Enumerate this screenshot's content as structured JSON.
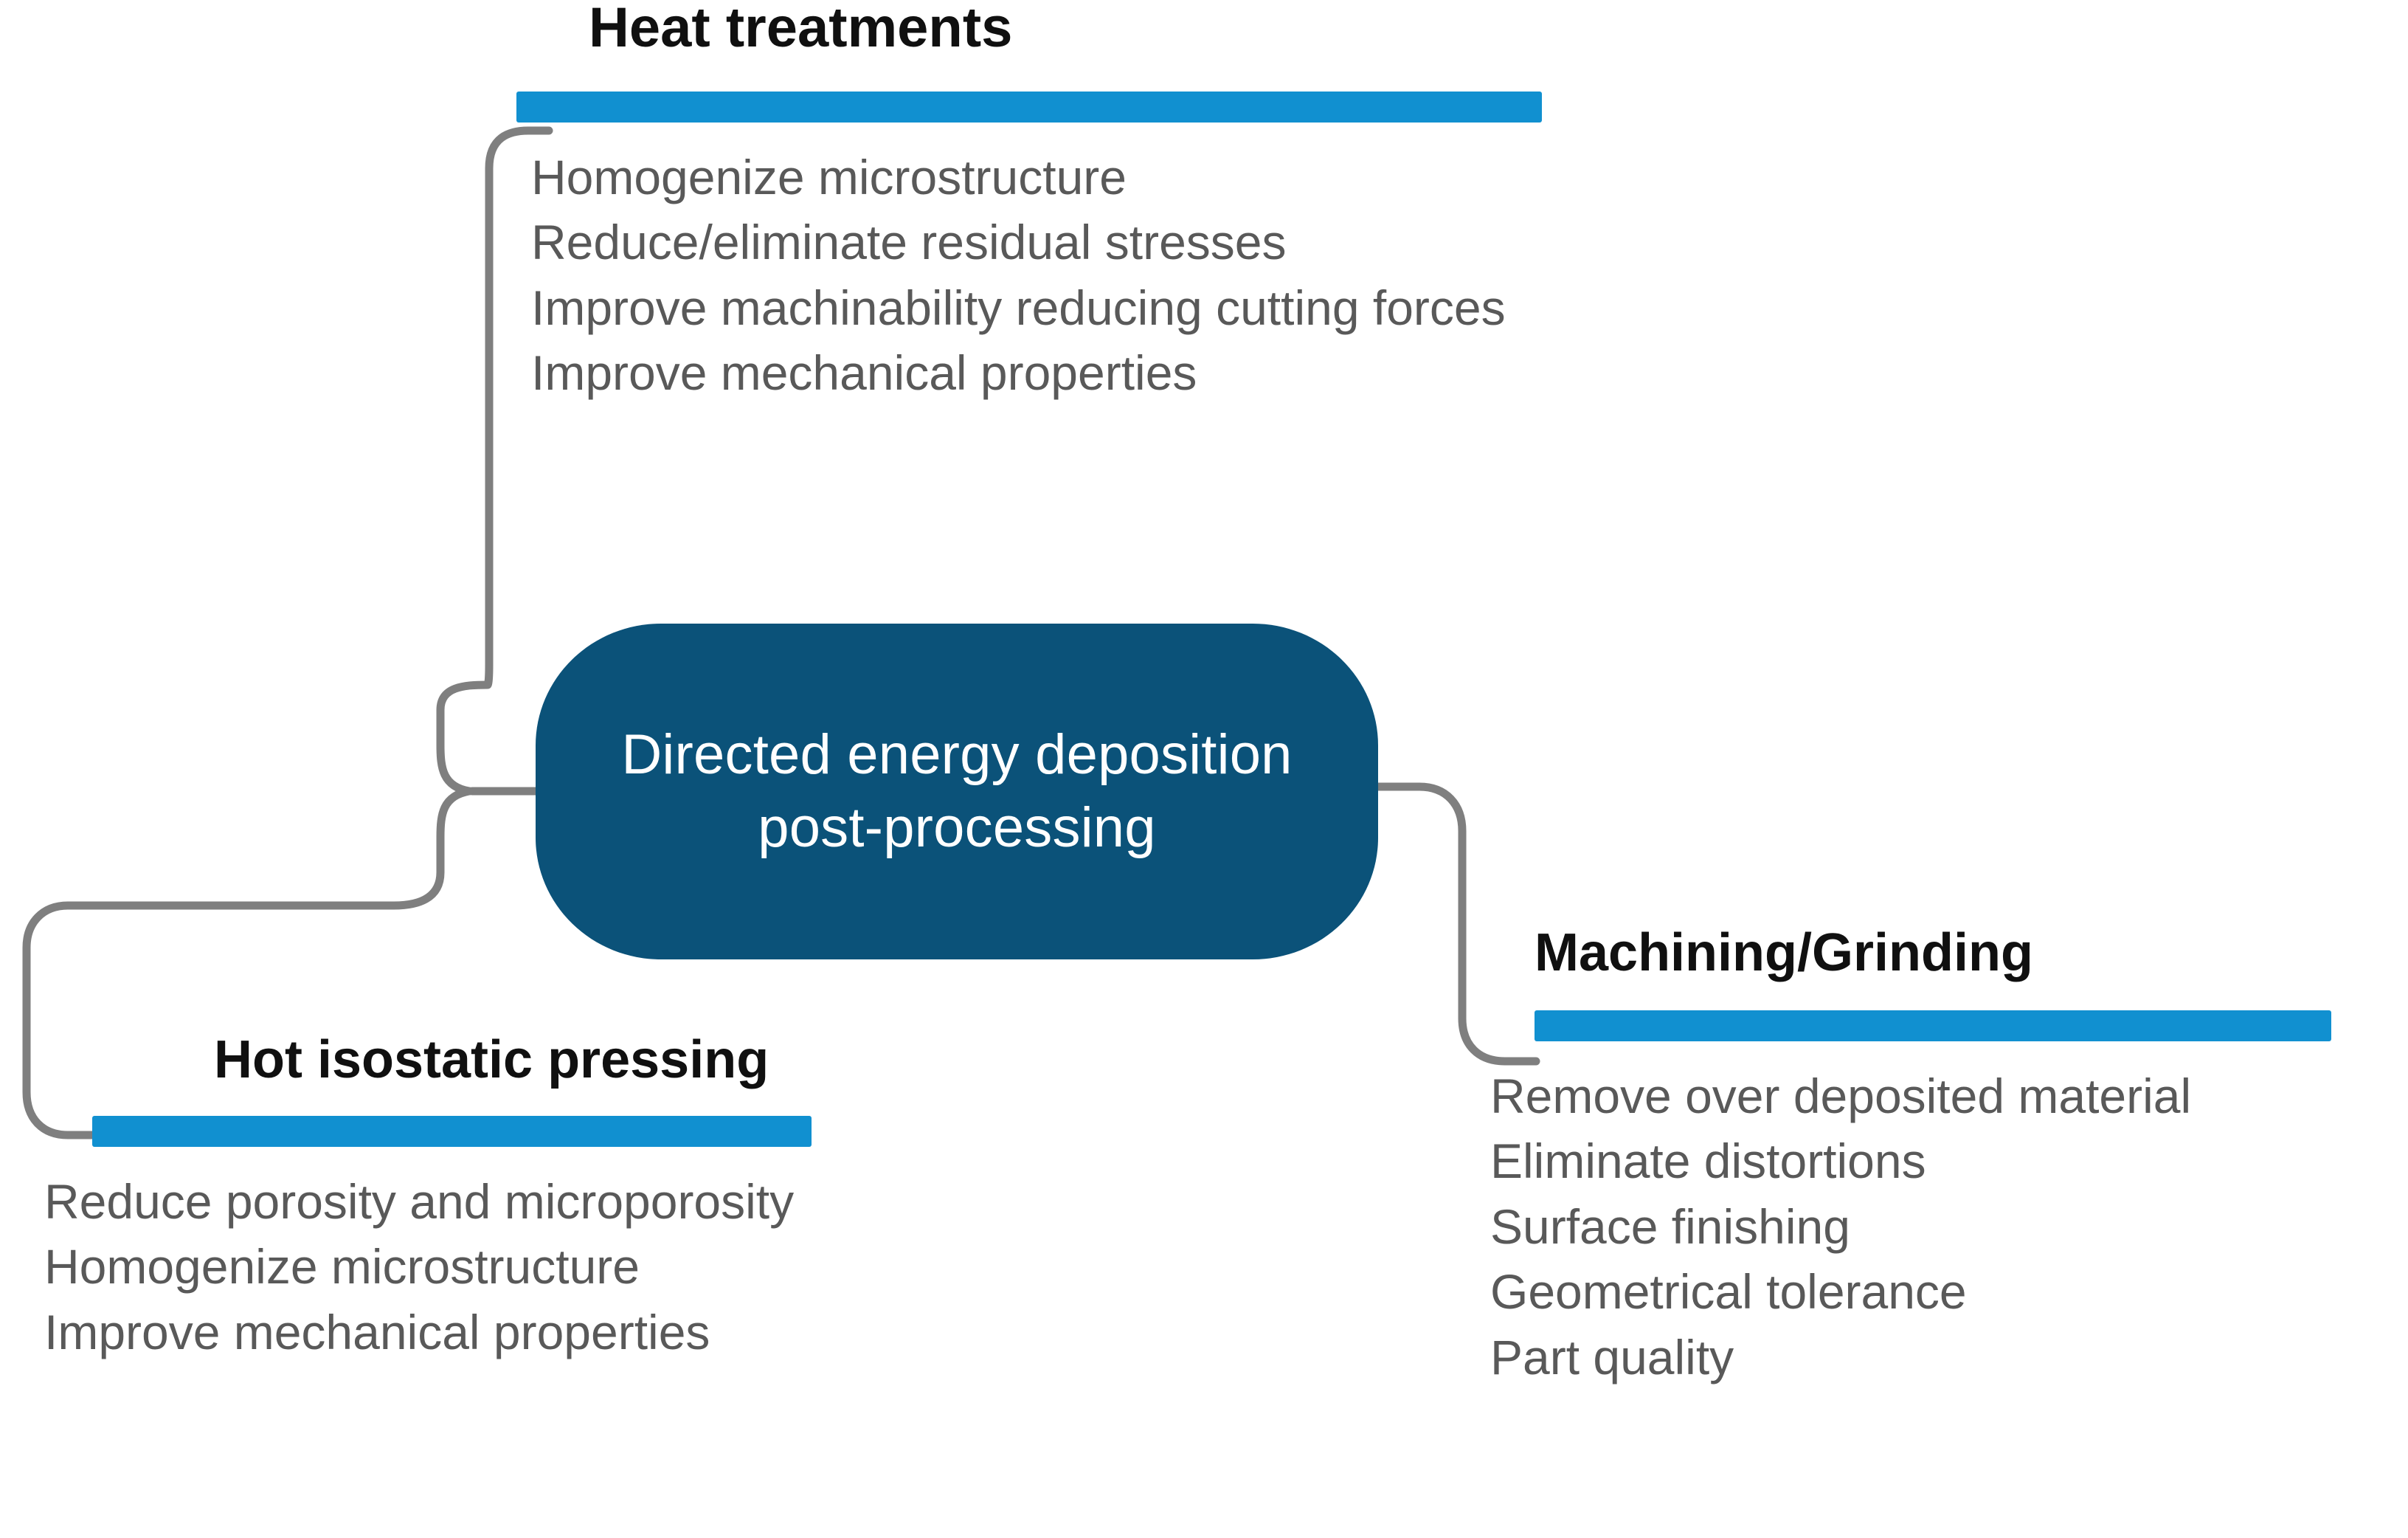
{
  "diagram": {
    "title": "Directed energy deposition post-processing",
    "colors": {
      "center_node_fill": "#0b5279",
      "center_node_text": "#ffffff",
      "branch_bar": "#1190d0",
      "branch_title_text": "#101010",
      "branch_item_text": "#595959",
      "connector_line": "#7f7f7f",
      "background": "#ffffff"
    },
    "center": {
      "label_line1": "Directed energy deposition",
      "label_line2": "post-processing",
      "label": "Directed energy deposition\npost-processing"
    },
    "branches": [
      {
        "id": "heat-treatments",
        "title": "Heat treatments",
        "items": [
          "Homogenize microstructure",
          "Reduce/eliminate residual stresses",
          "Improve machinability reducing cutting forces",
          "Improve mechanical properties"
        ]
      },
      {
        "id": "hot-isostatic-pressing",
        "title": "Hot isostatic pressing",
        "items": [
          "Reduce porosity and microporosity",
          "Homogenize microstructure",
          "Improve mechanical properties"
        ]
      },
      {
        "id": "machining-grinding",
        "title": "Machining/Grinding",
        "items": [
          "Remove over deposited material",
          "Eliminate distortions",
          "Surface finishing",
          "Geometrical tolerance",
          "Part quality"
        ]
      }
    ]
  }
}
